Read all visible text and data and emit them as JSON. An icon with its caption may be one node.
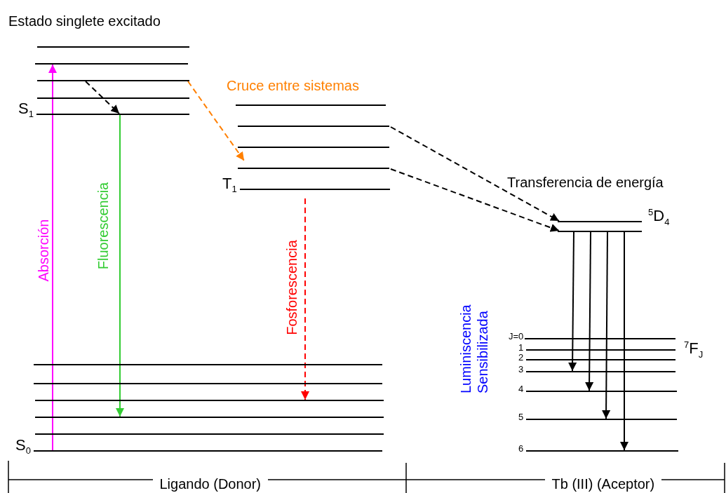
{
  "diagram": {
    "nodes": [
      {
        "text": [],
        "shape": "line"
      },
      {
        "text": [],
        "shape": "line"
      },
      {
        "text": [],
        "shape": "line"
      },
      {
        "text": [],
        "shape": "line"
      },
      {
        "text": [],
        "shape": "line",
        "beside": [
          "S$_{1}$"
        ]
      },
      {
        "text": [],
        "shape": "line"
      },
      {
        "text": [],
        "shape": "line"
      },
      {
        "text": [],
        "shape": "line"
      },
      {
        "text": [],
        "shape": "line"
      },
      {
        "text": [],
        "shape": "line",
        "beside": [
          "T$_{1}$"
        ]
      },
      {
        "text": [],
        "shape": "line",
        "beside": [
          "$^{5}$D$_{4}$"
        ]
      },
      {
        "text": [],
        "shape": "line"
      },
      {
        "text": [],
        "shape": "line"
      },
      {
        "text": [],
        "shape": "line"
      },
      {
        "text": [],
        "shape": "line"
      },
      {
        "text": [],
        "shape": "line"
      },
      {
        "text": [],
        "shape": "line"
      },
      {
        "text": [],
        "shape": "line",
        "beside": [
          "S$_{0}$"
        ]
      },
      {
        "text": [],
        "shape": "line",
        "beside": [
          "J=0"
        ]
      },
      {
        "text": [],
        "shape": "line",
        "beside": [
          "1"
        ]
      },
      {
        "text": [],
        "shape": "line",
        "beside": [
          "2"
        ]
      },
      {
        "text": [],
        "shape": "line",
        "beside": [
          "3"
        ]
      },
      {
        "text": [],
        "shape": "line",
        "beside": [
          "4"
        ]
      },
      {
        "text": [],
        "shape": "line",
        "beside": [
          "5"
        ]
      },
      {
        "text": [],
        "shape": "line",
        "beside": [
          "6"
        ]
      }
    ],
    "edges": [
      {
        "from": 17,
        "to": 1,
        "arrow": "to",
        "color": "#ff00ff",
        "label": "Absorción"
      },
      {
        "from": 2,
        "to": 4,
        "arrow": "to",
        "style": "dashed"
      },
      {
        "from": 4,
        "to": 15,
        "arrow": "to",
        "color": "#33cc33",
        "label": "Fluorescencia"
      },
      {
        "from": 2,
        "to": 8,
        "arrow": "to",
        "style": "dashed",
        "color": "#ff8000",
        "label": "Cruce entre sistemas"
      },
      {
        "from": 9,
        "to": 14,
        "arrow": "to",
        "style": "dashed",
        "color": "#ff0000",
        "label": "Fosforescencia"
      },
      {
        "from": 6,
        "to": 10,
        "arrow": "to",
        "style": "dashed"
      },
      {
        "from": 8,
        "to": 11,
        "arrow": "to",
        "style": "dashed"
      },
      {
        "from": 11,
        "to": 21,
        "arrow": "to"
      },
      {
        "from": 11,
        "to": 22,
        "arrow": "to"
      },
      {
        "from": 11,
        "to": 23,
        "arrow": "to"
      },
      {
        "from": 11,
        "to": 24,
        "arrow": "to"
      }
    ],
    "labels": [
      "Estado singlete excitado",
      "Transferencia de energía",
      "$^{7}$F$_{J}$",
      "Luminiscencia Sensibilizada",
      "Ligando (Donor)",
      "Tb (III) (Aceptor)"
    ]
  }
}
